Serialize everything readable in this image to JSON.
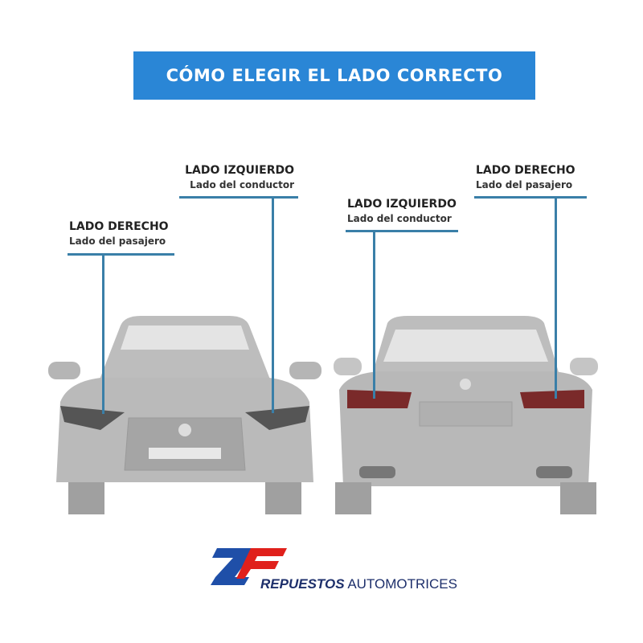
{
  "banner": {
    "title": "CÓMO ELEGIR EL LADO CORRECTO"
  },
  "front_car": {
    "right_label": {
      "title": "LADO DERECHO",
      "subtitle": "Lado del pasajero"
    },
    "left_label": {
      "title": "LADO IZQUIERDO",
      "subtitle": "Lado del conductor"
    }
  },
  "rear_car": {
    "left_label": {
      "title": "LADO IZQUIERDO",
      "subtitle": "Lado del conductor"
    },
    "right_label": {
      "title": "LADO DERECHO",
      "subtitle": "Lado del pasajero"
    }
  },
  "brand": {
    "logo": "ZF",
    "bold": "REPUESTOS",
    "light": " AUTOMOTRICES"
  },
  "colors": {
    "banner": "#2a86d6",
    "line": "#3a7fa8",
    "logo_blue": "#1f4fa8",
    "logo_red": "#e0201b"
  }
}
